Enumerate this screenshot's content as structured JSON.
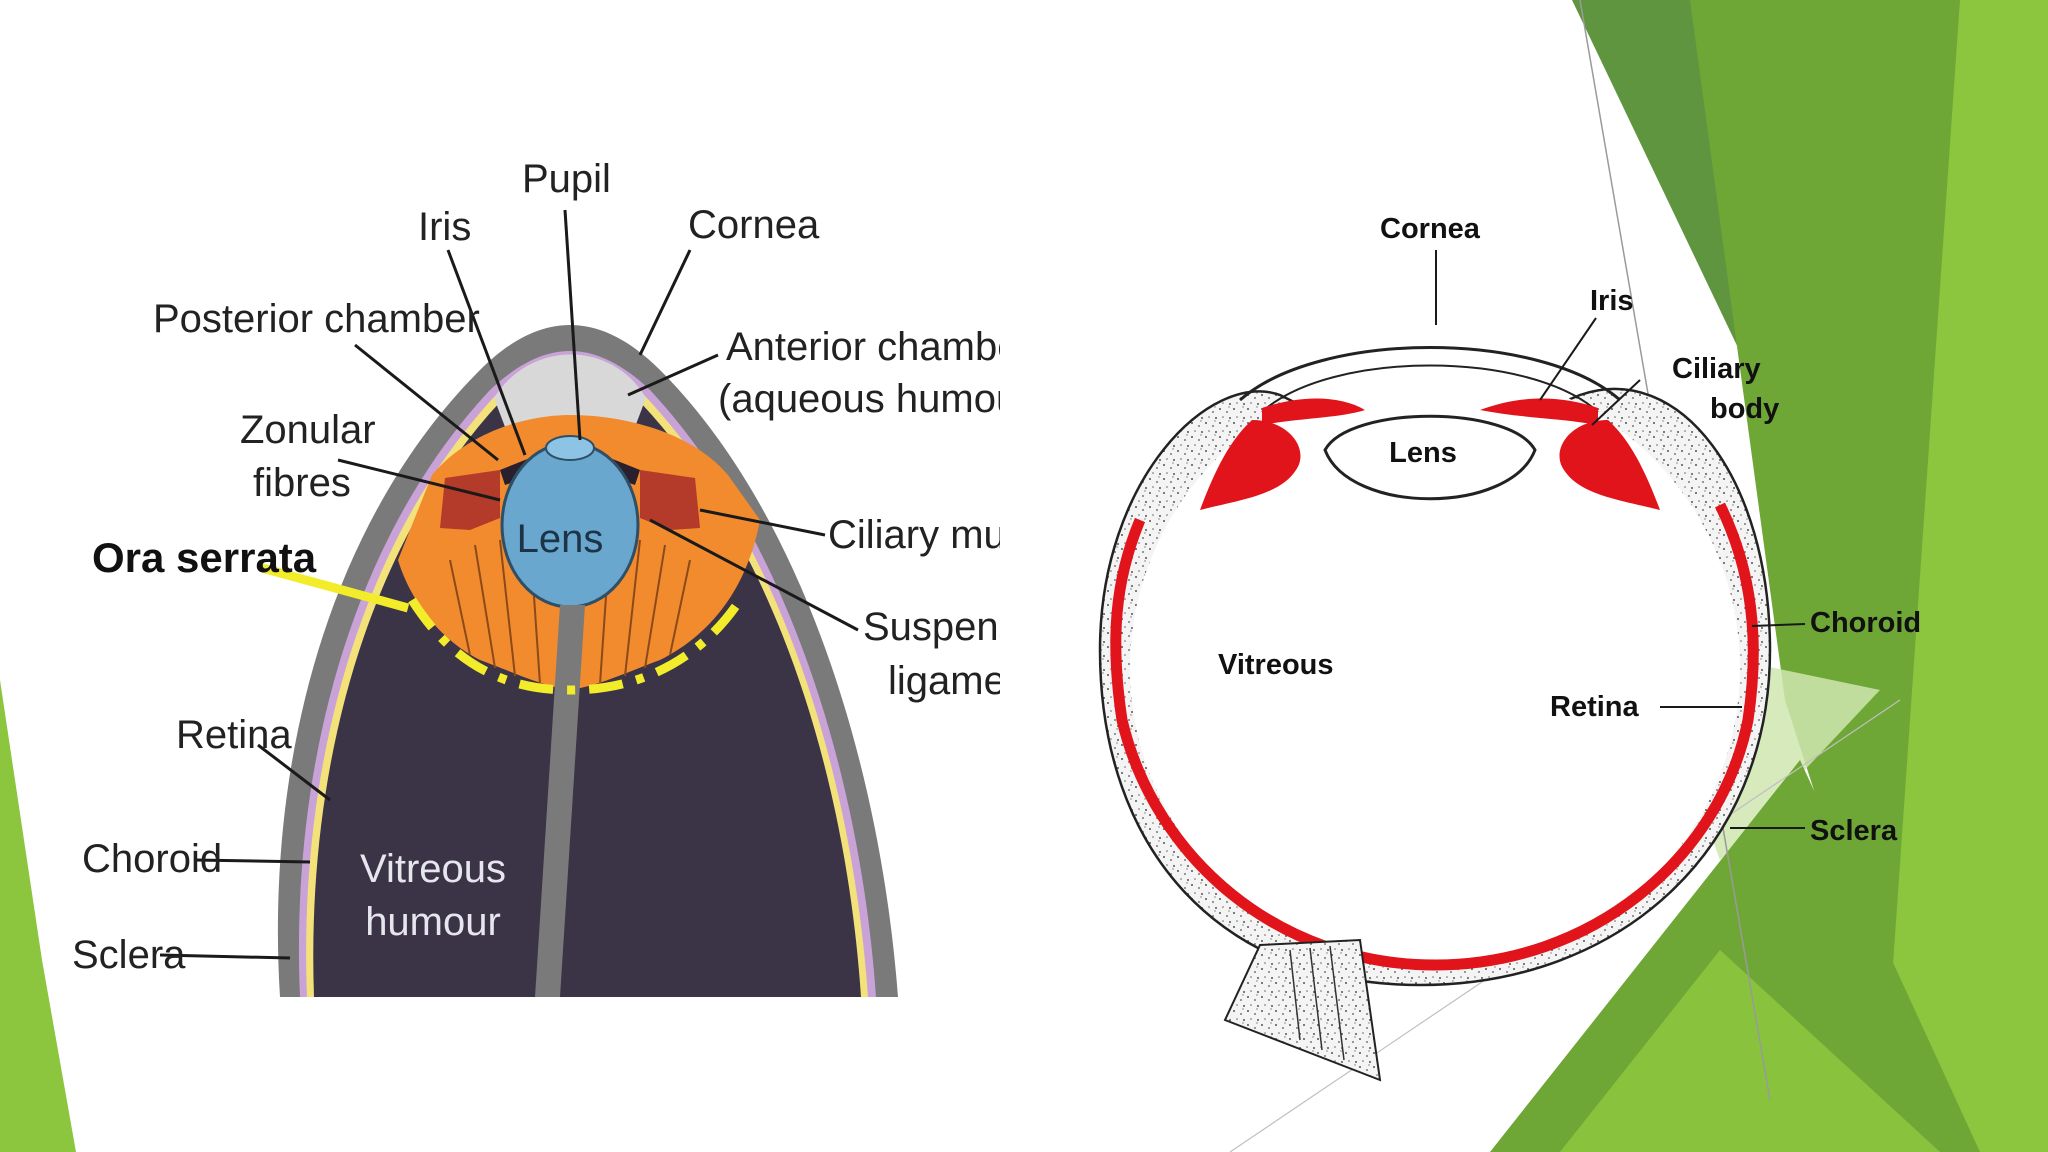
{
  "theme": {
    "accent_dark": "#4f8a2b",
    "accent_mid": "#6ea735",
    "accent_light": "#8cc63f",
    "accent_pale": "#cfe6b0"
  },
  "left_diagram": {
    "colors": {
      "vitreous": "#3b3346",
      "ciliary_region": "#f28a2e",
      "lens": "#6aa7cf",
      "ora_serrata": "#f2ec2a",
      "sclera": "#7a7a7a",
      "aqueous": "#d8d8d8"
    },
    "labels": {
      "pupil": "Pupil",
      "iris": "Iris",
      "cornea": "Cornea",
      "posterior_chamber": "Posterior chamber",
      "anterior_chamber_1": "Anterior chamber",
      "anterior_chamber_2": "(aqueous humour)",
      "zonular_1": "Zonular",
      "zonular_2": "fibres",
      "ora_serrata": "Ora serrata",
      "lens": "Lens",
      "ciliary_muscle": "Ciliary muscle",
      "suspensory_1": "Suspensory",
      "suspensory_2": "ligament",
      "retina": "Retina",
      "choroid": "Choroid",
      "sclera": "Sclera",
      "vitreous_1": "Vitreous",
      "vitreous_2": "humour"
    }
  },
  "right_diagram": {
    "colors": {
      "choroid": "#e0141a",
      "outline": "#222222"
    },
    "labels": {
      "cornea": "Cornea",
      "iris": "Iris",
      "ciliary_1": "Ciliary",
      "ciliary_2": "body",
      "lens": "Lens",
      "vitreous": "Vitreous",
      "choroid": "Choroid",
      "retina": "Retina",
      "sclera": "Sclera"
    }
  }
}
